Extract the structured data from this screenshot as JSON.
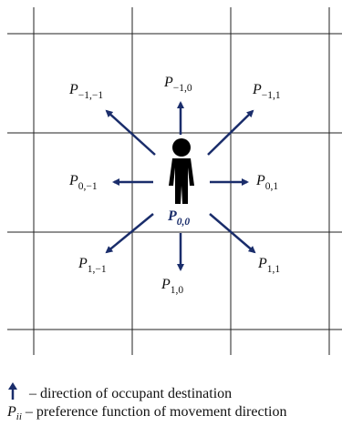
{
  "diagram": {
    "center_label": {
      "symbol": "P",
      "sub": "0,0"
    },
    "neighbors": [
      {
        "id": "m1m1",
        "symbol": "P",
        "sub": "−1,−1"
      },
      {
        "id": "m1z",
        "symbol": "P",
        "sub": "−1,0"
      },
      {
        "id": "m1p1",
        "symbol": "P",
        "sub": "−1,1"
      },
      {
        "id": "zm1",
        "symbol": "P",
        "sub": "0,−1"
      },
      {
        "id": "zp1",
        "symbol": "P",
        "sub": "0,1"
      },
      {
        "id": "p1m1",
        "symbol": "P",
        "sub": "1,−1"
      },
      {
        "id": "p1z",
        "symbol": "P",
        "sub": "1,0"
      },
      {
        "id": "p1p1",
        "symbol": "P",
        "sub": "1,1"
      }
    ],
    "arrow_color": "#1a2d6b",
    "grid_color": "#222222",
    "person_color": "#000000"
  },
  "legend": {
    "destination_text": "– direction of occupant destination",
    "pref_symbol": "P",
    "pref_sub": "ii",
    "pref_text": "– preference function of movement direction"
  }
}
